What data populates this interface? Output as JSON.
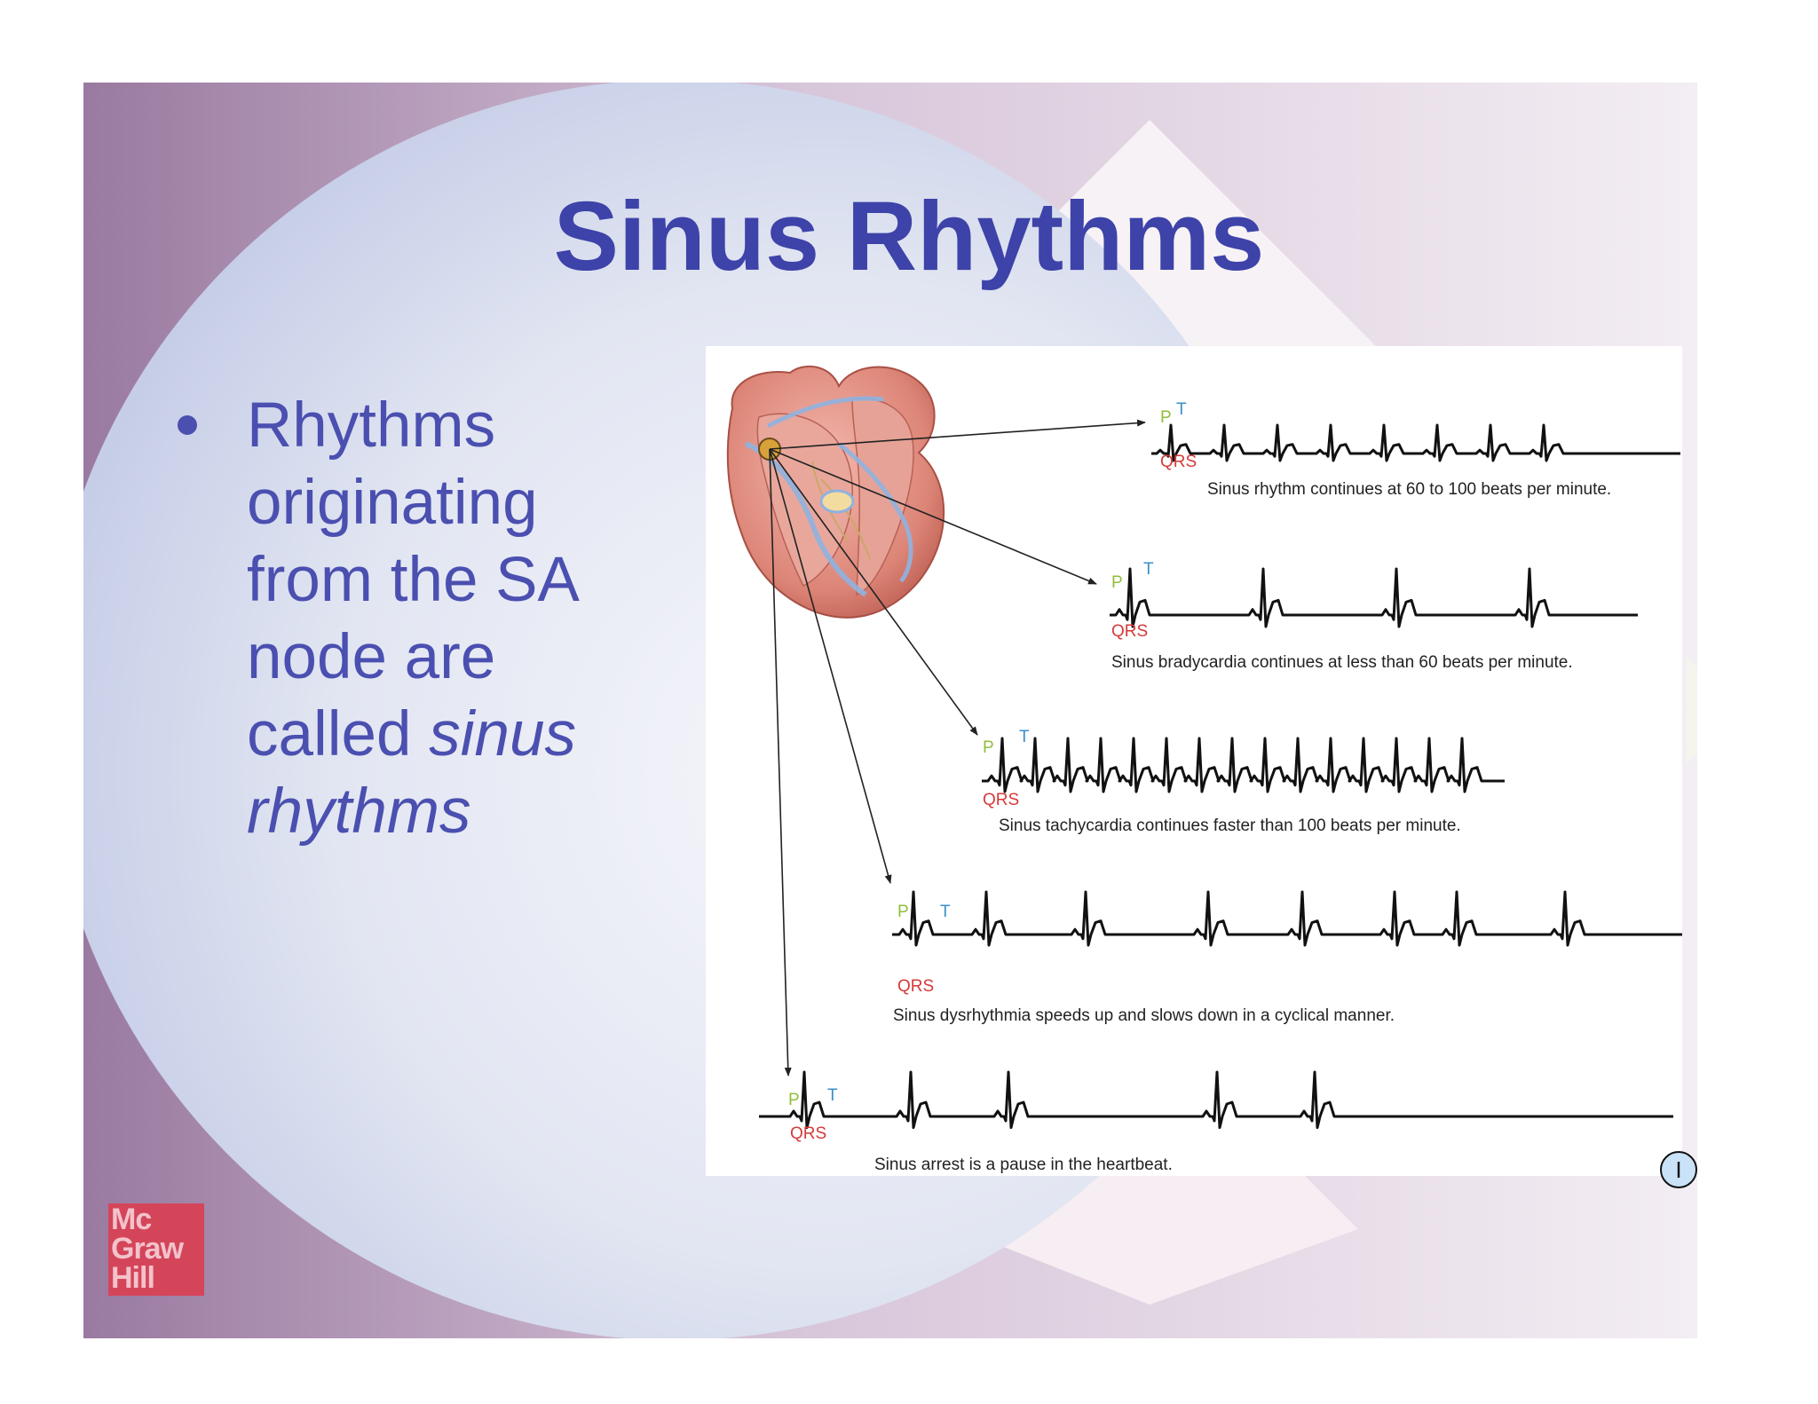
{
  "slide": {
    "title": "Sinus Rhythms",
    "bullet": {
      "text_plain": "Rhythms originating from the SA node are called ",
      "text_italic": "sinus rhythms"
    },
    "slide_number": "I"
  },
  "logo": {
    "lines": [
      "Mc",
      "Graw",
      "Hill"
    ]
  },
  "figure": {
    "wave_labels": {
      "p": "P",
      "t": "T",
      "qrs": "QRS"
    },
    "strips": [
      {
        "caption": "Sinus rhythm continues at 60 to 100 beats per minute."
      },
      {
        "caption": "Sinus bradycardia continues at less than 60 beats per minute."
      },
      {
        "caption": "Sinus tachycardia continues faster than 100 beats per minute."
      },
      {
        "caption": "Sinus dysrhythmia speeds up and slows down in a cyclical manner."
      },
      {
        "caption": "Sinus arrest is a pause in the heartbeat."
      }
    ]
  },
  "colors": {
    "title": "#3d43a8",
    "bullet_text": "#4a4fb0",
    "p_label": "#8fbf3a",
    "t_label": "#3a8fc9",
    "qrs_label": "#d63a3a",
    "logo_bg": "#d4455a"
  }
}
